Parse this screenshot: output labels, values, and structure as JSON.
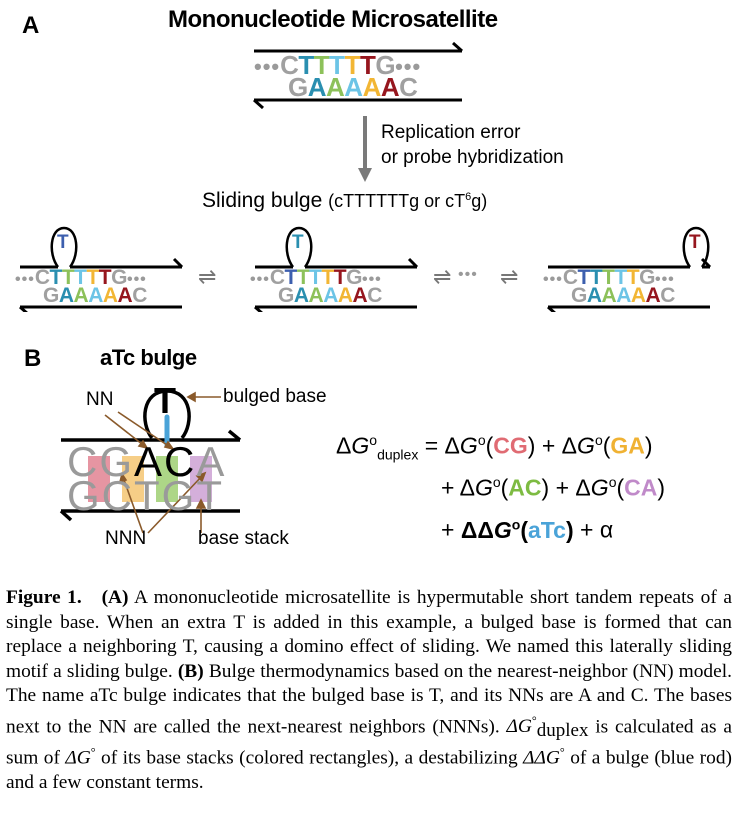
{
  "panel_a": {
    "label": "A",
    "title": "Mononucleotide Microsatellite",
    "dots": "•••",
    "top_strand": [
      {
        "base": "C",
        "color": "#a0a0a0"
      },
      {
        "base": "T",
        "color": "#2a8fb0"
      },
      {
        "base": "T",
        "color": "#8dc15a"
      },
      {
        "base": "T",
        "color": "#6cc4e6"
      },
      {
        "base": "T",
        "color": "#f2b634"
      },
      {
        "base": "T",
        "color": "#96161e"
      },
      {
        "base": "G",
        "color": "#a0a0a0"
      }
    ],
    "bottom_strand": [
      {
        "base": "G",
        "color": "#a0a0a0"
      },
      {
        "base": "A",
        "color": "#2a8fb0"
      },
      {
        "base": "A",
        "color": "#8dc15a"
      },
      {
        "base": "A",
        "color": "#6cc4e6"
      },
      {
        "base": "A",
        "color": "#f2b634"
      },
      {
        "base": "A",
        "color": "#96161e"
      },
      {
        "base": "C",
        "color": "#a0a0a0"
      }
    ],
    "arrow_label_line1": "Replication error",
    "arrow_label_line2": "or probe hybridization",
    "sliding_title": "Sliding bulge",
    "sliding_notation_main": "(cTTTTTTg or cT",
    "sliding_notation_sup": "6",
    "sliding_notation_end": "g)",
    "bulge_states": [
      {
        "bulged_base": "T",
        "bulged_color": "#3d5fae",
        "top_colors": [
          "#a0a0a0",
          "#2a8fb0",
          "#8dc15a",
          "#6cc4e6",
          "#f2b634",
          "#96161e",
          "#a0a0a0"
        ]
      },
      {
        "bulged_base": "T",
        "bulged_color": "#2a8fb0",
        "top_colors": [
          "#a0a0a0",
          "#3d5fae",
          "#8dc15a",
          "#6cc4e6",
          "#f2b634",
          "#96161e",
          "#a0a0a0"
        ]
      },
      {
        "bulged_base": "T",
        "bulged_color": "#96161e",
        "top_colors": [
          "#a0a0a0",
          "#3d5fae",
          "#2a8fb0",
          "#8dc15a",
          "#6cc4e6",
          "#f2b634",
          "#a0a0a0"
        ]
      }
    ],
    "top_bases": "CTTTTTG",
    "bottom_bases": "GAAAAAC",
    "equilibrium_symbol": "⇌"
  },
  "panel_b": {
    "label": "B",
    "title": "aTc bulge",
    "bulged_base": "T",
    "nn_label": "NN",
    "bulged_label": "bulged base",
    "nnn_label": "NNN",
    "stack_label": "base stack",
    "top_strand": [
      {
        "base": "C",
        "color": "#9a9a9a"
      },
      {
        "base": "G",
        "color": "#9a9a9a"
      },
      {
        "base": "A",
        "color": "#000000"
      },
      {
        "base": "C",
        "color": "#000000"
      },
      {
        "base": "A",
        "color": "#9a9a9a"
      }
    ],
    "bottom_strand": [
      "G",
      "C",
      "T",
      "G",
      "T"
    ],
    "stack_colors": [
      "#e38a98",
      "#f5c97a",
      "#a4d27a",
      "#cfa6d6"
    ],
    "rod_color": "#4aa3d8",
    "arrow_color": "#8a5a2b",
    "equation": {
      "lhs_delta": "Δ",
      "lhs_g": "G",
      "deg": "o",
      "lhs_sub": "duplex",
      "equals": "=",
      "plus": "+",
      "alpha": "α",
      "terms": [
        {
          "pair": "CG",
          "color": "#e06b73"
        },
        {
          "pair": "GA",
          "color": "#f0b233"
        },
        {
          "pair": "AC",
          "color": "#7dbb42"
        },
        {
          "pair": "CA",
          "color": "#c08ac9"
        }
      ],
      "bulge_term": {
        "ddg": "ΔΔ",
        "g": "G",
        "deg": "o",
        "pair": "aTc",
        "color": "#4aa3d8"
      }
    }
  },
  "caption": {
    "figure_label": "Figure 1.",
    "a_label": "(A)",
    "a_text": "A mononucleotide microsatellite is hypermutable short tandem repeats of a single base. When an extra T is added in this example, a bulged base is formed that can replace a neighboring T, causing a domino effect of sliding. We named this laterally sliding motif a sliding bulge.",
    "b_label": "(B)",
    "b_text": "Bulge thermodynamics based on the nearest-neighbor (NN) model. The name aTc bulge indicates that the bulged base is T, and its NNs are A and C. The bases next to the NN are called the next-nearest neighbors (NNNs).",
    "dg_symbol": "ΔG",
    "dg_deg": "°",
    "dg_sub": "duplex",
    "c_text1": "is calculated as a sum of",
    "c_dg2": "ΔG",
    "c_text2": "of its base stacks (colored rectangles), a destabilizing",
    "c_ddg": "ΔΔG",
    "c_text3": "of a bulge (blue rod) and a few constant terms."
  }
}
